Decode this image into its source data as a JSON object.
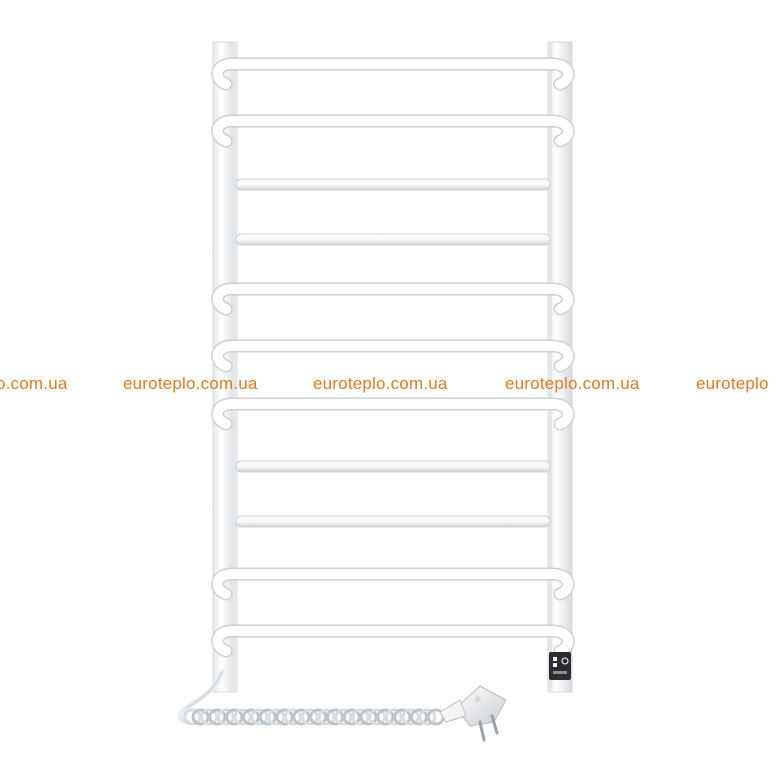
{
  "image": {
    "description_free": true,
    "background": "#ffffff"
  },
  "watermark": {
    "items": [
      "lo.com.ua",
      "euroteplo.com.ua",
      "euroteplo.com.ua",
      "euroteplo.com.ua",
      "euroteplo"
    ],
    "color": "#e07a1f"
  },
  "product": {
    "color": "#ffffff",
    "shade_color": "#d9dcdf",
    "rung_count": 11,
    "controller_icon": "control-panel-icon",
    "plug_icon": "power-plug-icon",
    "cable_icon": "coiled-cable-icon"
  }
}
